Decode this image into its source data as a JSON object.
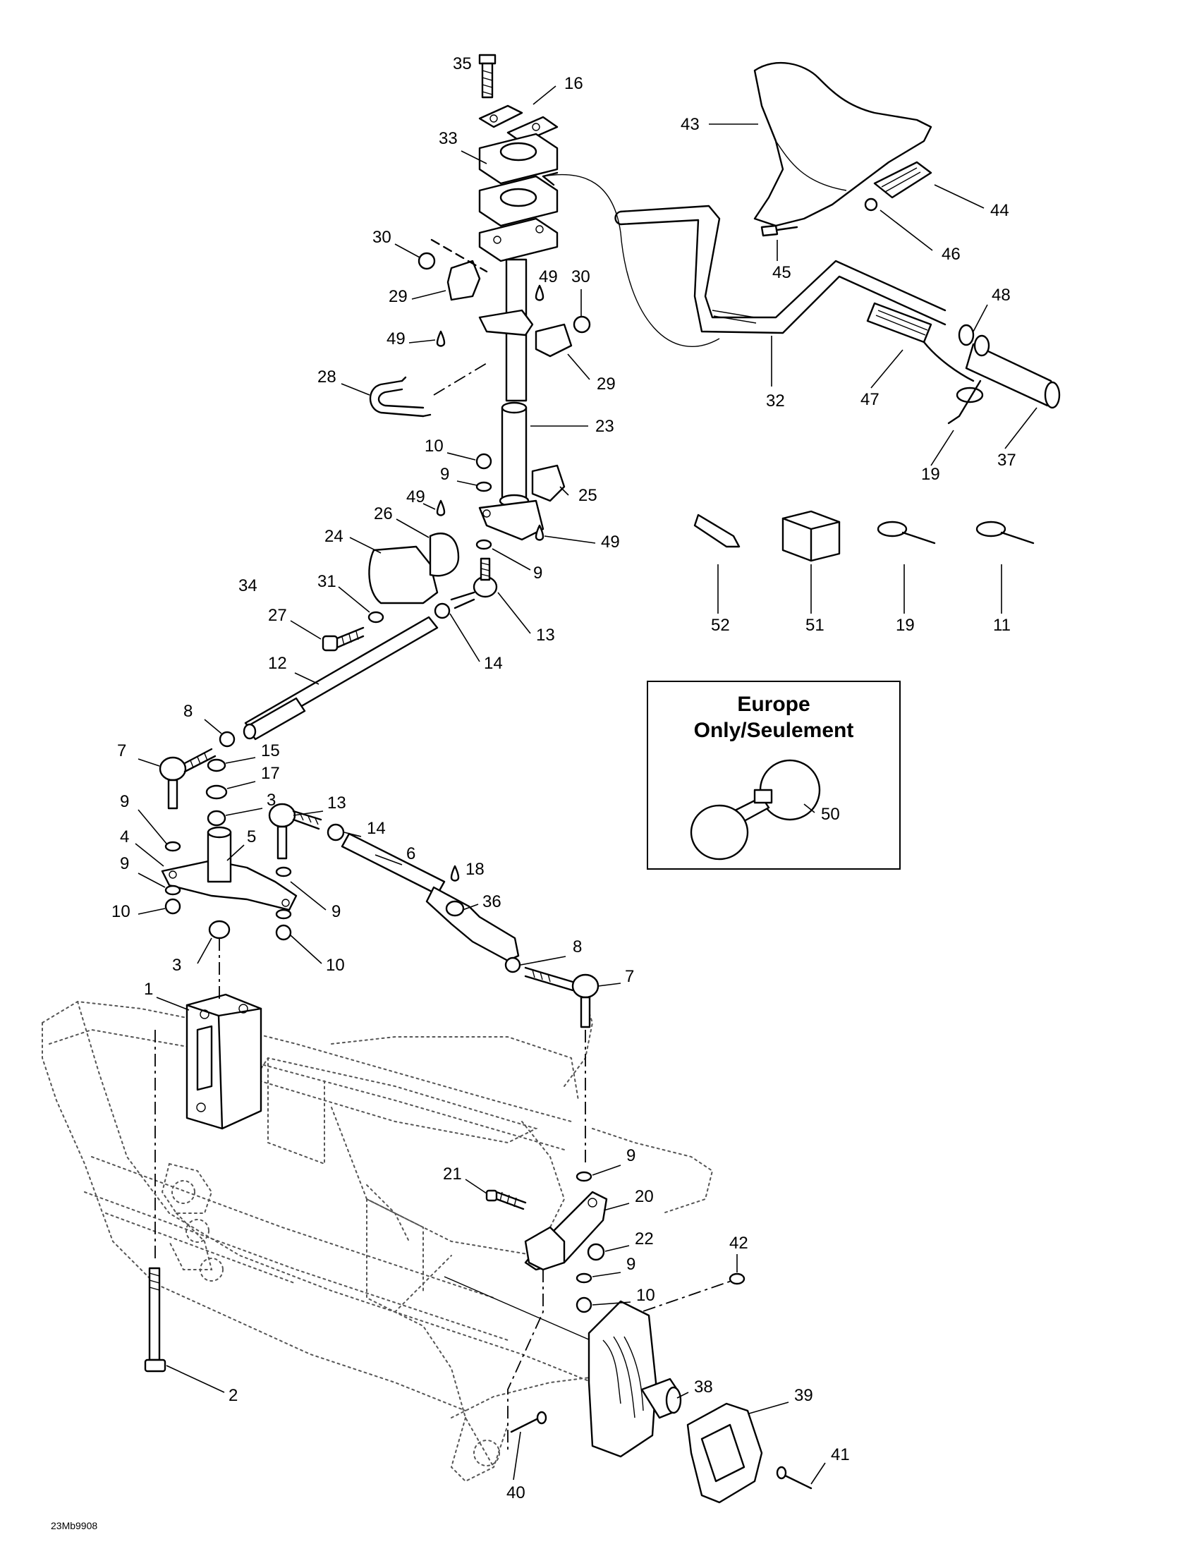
{
  "diagram": {
    "inset": {
      "title_line1": "Europe",
      "title_line2": "Only/Seulement"
    },
    "figure_code": "23Mb9908",
    "callouts": [
      {
        "id": "35",
        "text": "35"
      },
      {
        "id": "16",
        "text": "16"
      },
      {
        "id": "33",
        "text": "33"
      },
      {
        "id": "43",
        "text": "43"
      },
      {
        "id": "44",
        "text": "44"
      },
      {
        "id": "46",
        "text": "46"
      },
      {
        "id": "45",
        "text": "45"
      },
      {
        "id": "30a",
        "text": "30"
      },
      {
        "id": "29a",
        "text": "29"
      },
      {
        "id": "49a",
        "text": "49"
      },
      {
        "id": "49b",
        "text": "49"
      },
      {
        "id": "30b",
        "text": "30"
      },
      {
        "id": "29b",
        "text": "29"
      },
      {
        "id": "48",
        "text": "48"
      },
      {
        "id": "32",
        "text": "32"
      },
      {
        "id": "47",
        "text": "47"
      },
      {
        "id": "37",
        "text": "37"
      },
      {
        "id": "19a",
        "text": "19"
      },
      {
        "id": "28",
        "text": "28"
      },
      {
        "id": "23",
        "text": "23"
      },
      {
        "id": "10a",
        "text": "10"
      },
      {
        "id": "9a",
        "text": "9"
      },
      {
        "id": "25",
        "text": "25"
      },
      {
        "id": "49c",
        "text": "49"
      },
      {
        "id": "26",
        "text": "26"
      },
      {
        "id": "24",
        "text": "24"
      },
      {
        "id": "49d",
        "text": "49"
      },
      {
        "id": "9b",
        "text": "9"
      },
      {
        "id": "34",
        "text": "34"
      },
      {
        "id": "31",
        "text": "31"
      },
      {
        "id": "27",
        "text": "27"
      },
      {
        "id": "13a",
        "text": "13"
      },
      {
        "id": "14a",
        "text": "14"
      },
      {
        "id": "12",
        "text": "12"
      },
      {
        "id": "52",
        "text": "52"
      },
      {
        "id": "51",
        "text": "51"
      },
      {
        "id": "19b",
        "text": "19"
      },
      {
        "id": "11",
        "text": "11"
      },
      {
        "id": "8a",
        "text": "8"
      },
      {
        "id": "7a",
        "text": "7"
      },
      {
        "id": "15",
        "text": "15"
      },
      {
        "id": "17",
        "text": "17"
      },
      {
        "id": "9c",
        "text": "9"
      },
      {
        "id": "3a",
        "text": "3"
      },
      {
        "id": "4",
        "text": "4"
      },
      {
        "id": "5",
        "text": "5"
      },
      {
        "id": "13b",
        "text": "13"
      },
      {
        "id": "14b",
        "text": "14"
      },
      {
        "id": "6",
        "text": "6"
      },
      {
        "id": "9d",
        "text": "9"
      },
      {
        "id": "18",
        "text": "18"
      },
      {
        "id": "10b",
        "text": "10"
      },
      {
        "id": "9e",
        "text": "9"
      },
      {
        "id": "36",
        "text": "36"
      },
      {
        "id": "3b",
        "text": "3"
      },
      {
        "id": "10c",
        "text": "10"
      },
      {
        "id": "8b",
        "text": "8"
      },
      {
        "id": "7b",
        "text": "7"
      },
      {
        "id": "50",
        "text": "50"
      },
      {
        "id": "1",
        "text": "1"
      },
      {
        "id": "9f",
        "text": "9"
      },
      {
        "id": "21",
        "text": "21"
      },
      {
        "id": "20",
        "text": "20"
      },
      {
        "id": "22",
        "text": "22"
      },
      {
        "id": "42",
        "text": "42"
      },
      {
        "id": "9g",
        "text": "9"
      },
      {
        "id": "10d",
        "text": "10"
      },
      {
        "id": "2",
        "text": "2"
      },
      {
        "id": "38",
        "text": "38"
      },
      {
        "id": "39",
        "text": "39"
      },
      {
        "id": "41",
        "text": "41"
      },
      {
        "id": "40",
        "text": "40"
      }
    ]
  }
}
